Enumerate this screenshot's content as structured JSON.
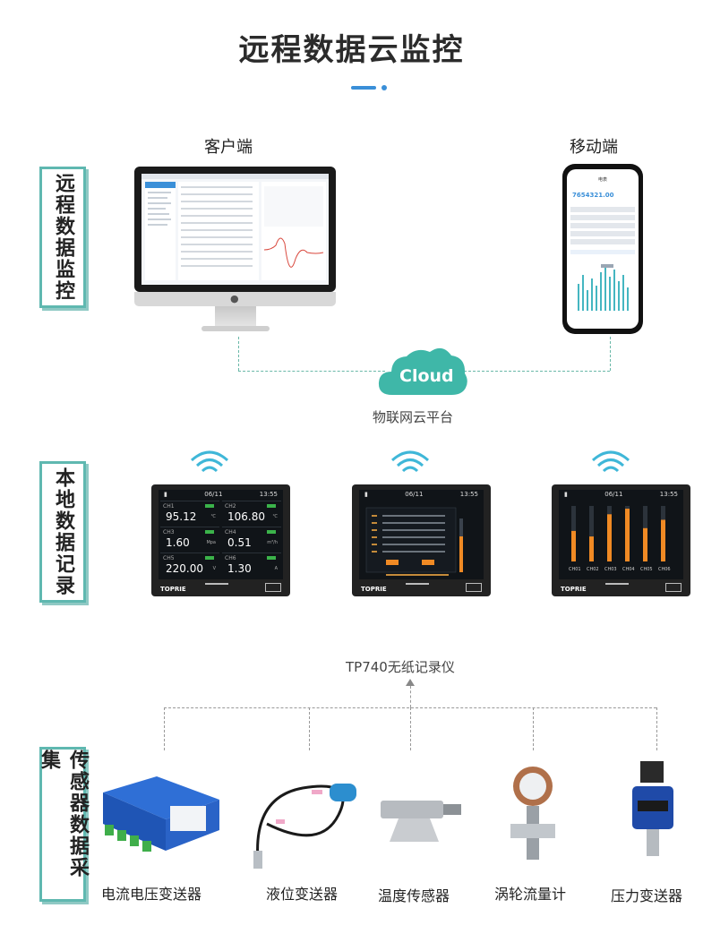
{
  "title": "远程数据云监控",
  "sections": {
    "remote": "远程数据监控",
    "local": "本地数据记录",
    "sensor": "传感器数据采集"
  },
  "devices": {
    "client": "客户端",
    "mobile": "移动端",
    "cloud_text": "Cloud",
    "platform": "物联网云平台"
  },
  "phone": {
    "header": "电表",
    "value": "7654321.00"
  },
  "recorders": [
    {
      "date": "06/11",
      "time": "13:55",
      "channels": [
        {
          "ch": "CH1",
          "value": "95.12",
          "unit": "℃"
        },
        {
          "ch": "CH2",
          "value": "106.80",
          "unit": "℃"
        },
        {
          "ch": "CH3",
          "value": "1.60",
          "unit": "Mpa"
        },
        {
          "ch": "CH4",
          "value": "0.51",
          "unit": "m³/h"
        },
        {
          "ch": "CH5",
          "value": "220.00",
          "unit": "V"
        },
        {
          "ch": "CH6",
          "value": "1.30",
          "unit": "A"
        }
      ]
    },
    {
      "date": "06/11",
      "time": "13:55"
    },
    {
      "date": "06/11",
      "time": "13:55",
      "bars": [
        0.55,
        0.45,
        0.85,
        0.95,
        0.6,
        0.75
      ],
      "bar_labels": [
        "CH01",
        "CH02",
        "CH03",
        "CH04",
        "CH05",
        "CH06"
      ]
    }
  ],
  "brand": "TOPRIE",
  "recorder_name": "TP740无纸记录仪",
  "sensors": [
    "电流电压变送器",
    "液位变送器",
    "温度传感器",
    "涡轮流量计",
    "压力变送器"
  ],
  "colors": {
    "teal": "#5fb8b0",
    "cloud": "#3fb7a8",
    "accent": "#3a8fd8",
    "orange": "#f08a24"
  }
}
